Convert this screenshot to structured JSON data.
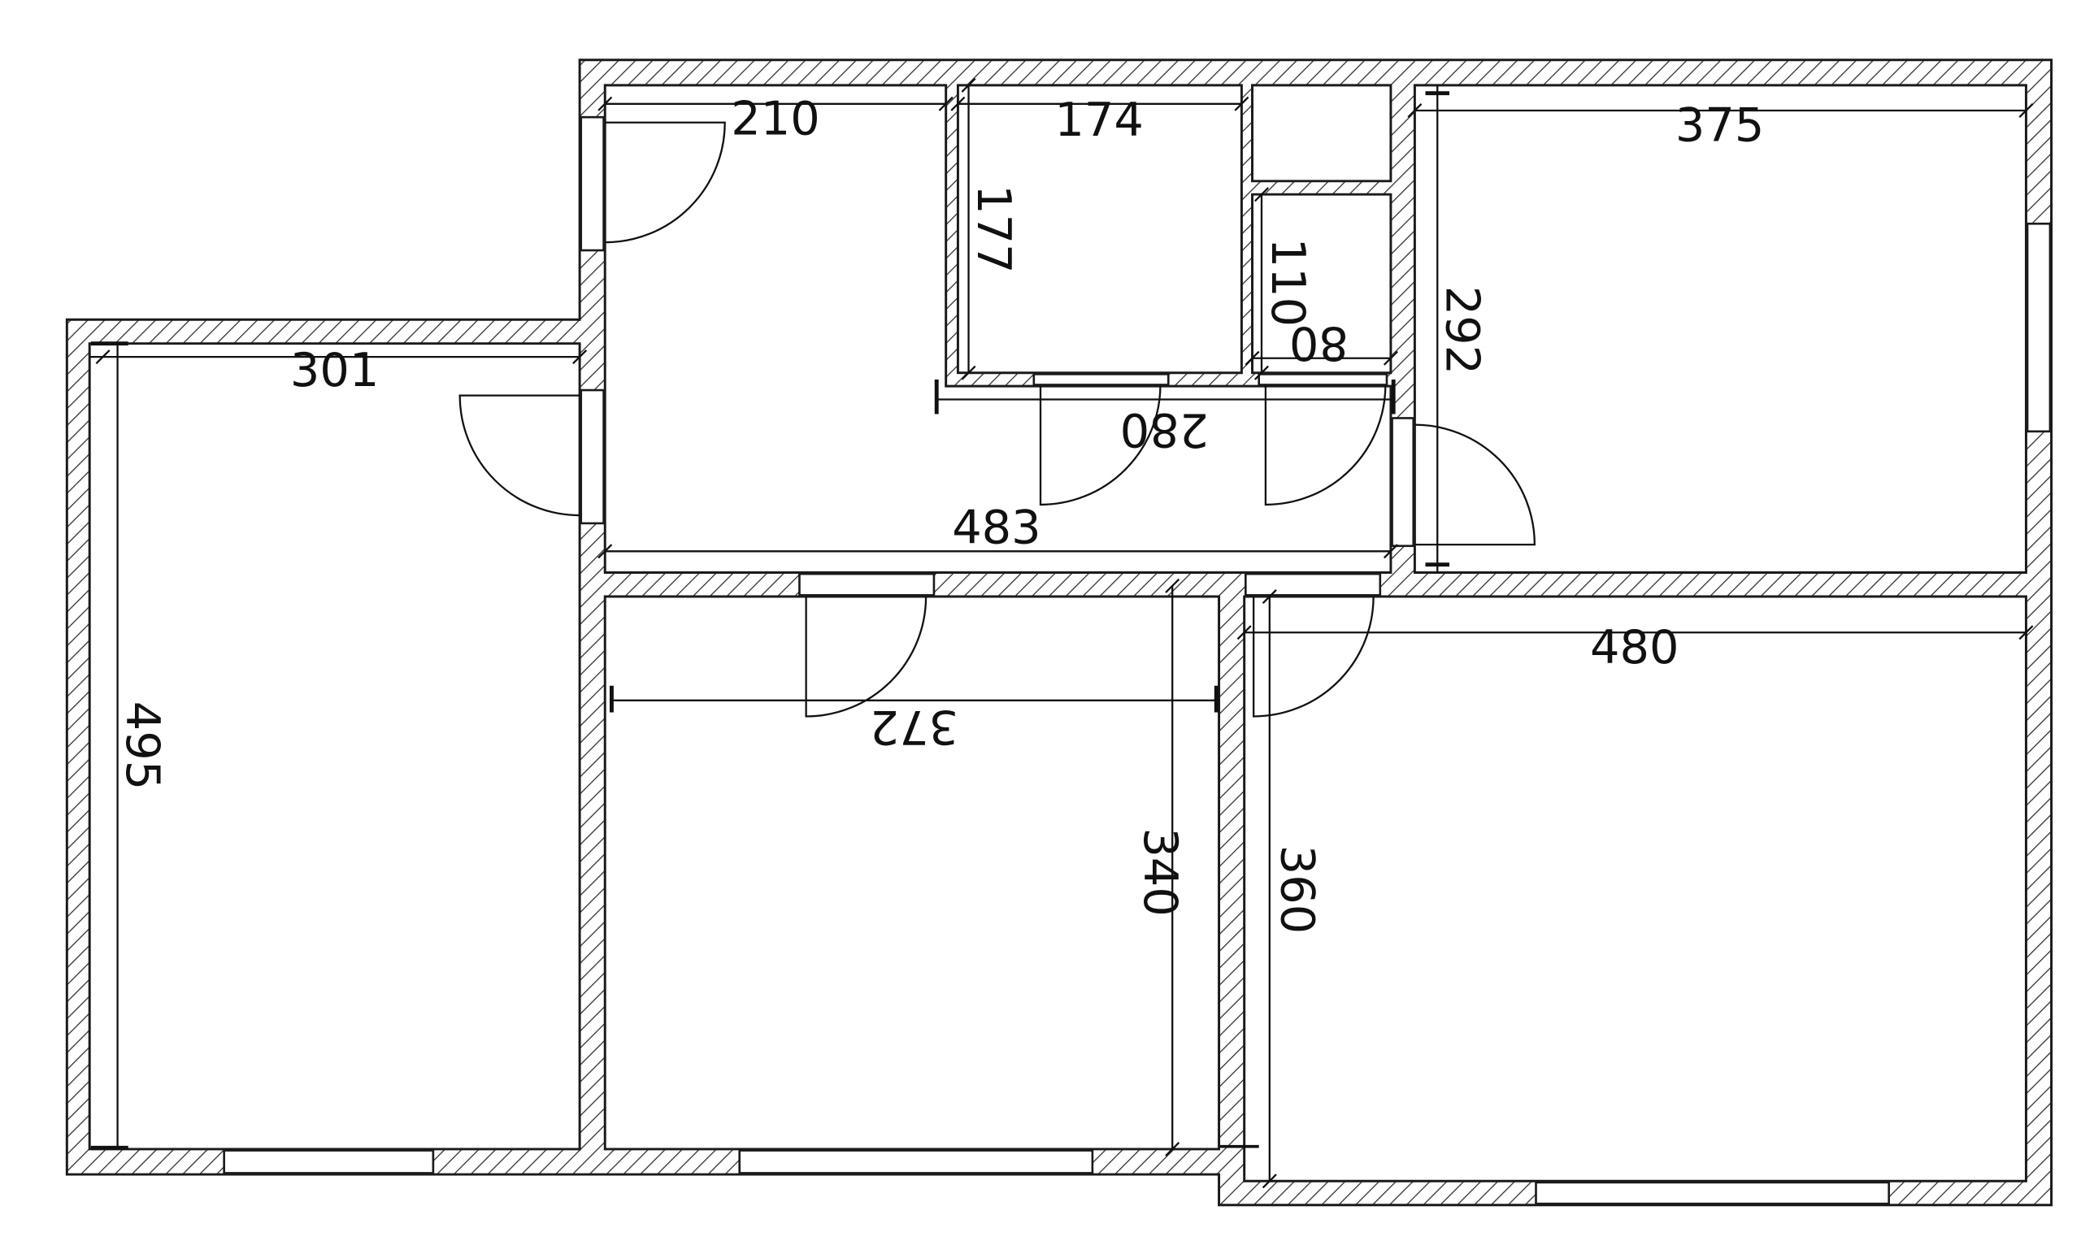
{
  "colors": {
    "wall_fill": "#ffffff",
    "wall_stroke": "#1a1a1a",
    "hatch": "#333333",
    "line": "#111111",
    "text": "#111111"
  },
  "dimensions": {
    "room_top_left_width": "301",
    "room_top_left_height": "495",
    "hall_top_width": "210",
    "hall_width": "483",
    "wc_width": "174",
    "wc_height": "177",
    "closet_height": "110",
    "closet_width": "80",
    "corridor_width": "280",
    "room_top_right_width": "375",
    "room_top_right_height": "292",
    "room_bottom_mid_width": "372",
    "room_bottom_mid_height": "340",
    "room_bottom_right_width": "480",
    "room_bottom_right_height": "360"
  }
}
